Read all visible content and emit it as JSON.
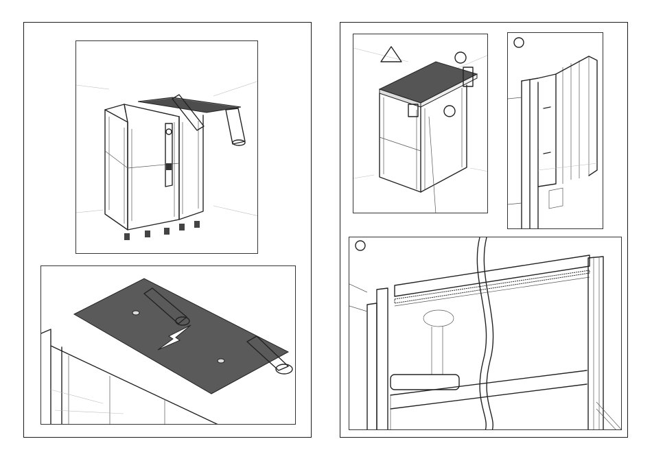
{
  "page": {
    "title": "",
    "left_panel": {
      "illustrations": [
        "shower-cabin-roof-placement",
        "roof-panel-push-detail"
      ]
    },
    "right_panel": {
      "callouts": [
        {
          "label": ""
        },
        {
          "label": ""
        },
        {
          "label": ""
        },
        {
          "label": ""
        },
        {
          "label": ""
        }
      ],
      "illustrations": [
        "cabin-roof-overview",
        "corner-profile-detail",
        "roof-edge-detail"
      ]
    }
  },
  "colors": {
    "line": "#222222",
    "panel_fill": "#5a5a5a",
    "light_fill": "#f2f2f2",
    "background": "#ffffff"
  }
}
